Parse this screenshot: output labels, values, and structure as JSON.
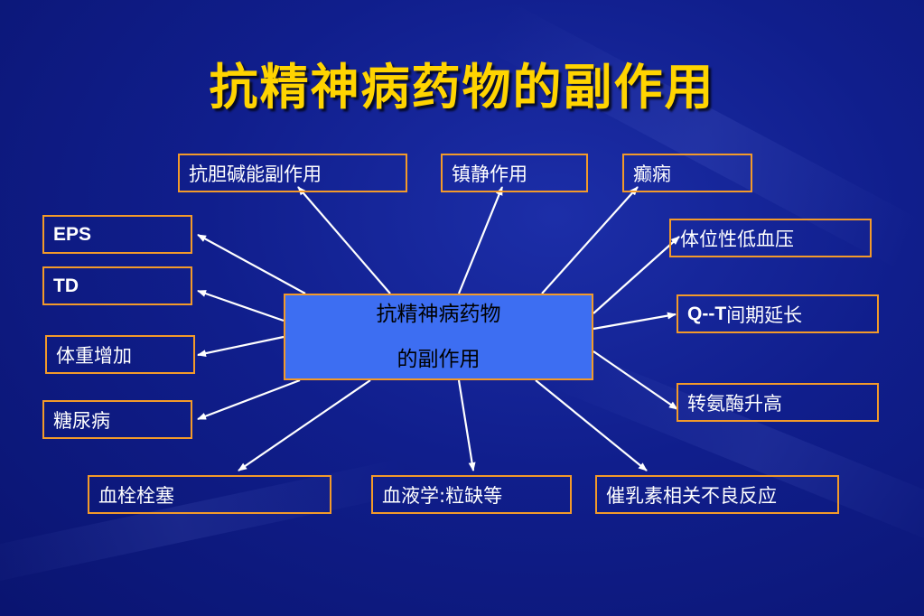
{
  "title": "抗精神病药物的副作用",
  "center": {
    "line1": "抗精神病药物",
    "line2": "的副作用"
  },
  "effects": {
    "anticholinergic": "抗胆碱能副作用",
    "sedation": "镇静作用",
    "seizure": "癫痫",
    "eps": "EPS",
    "td": "TD",
    "weight_gain": "体重增加",
    "diabetes": "糖尿病",
    "orthostatic_hypotension": "体位性低血压",
    "qt_prefix": "Q--T",
    "qt_suffix": "间期延长",
    "transaminase": "转氨酶升高",
    "thrombosis": "血栓栓塞",
    "hematologic": "血液学:粒缺等",
    "prolactin": "催乳素相关不良反应"
  },
  "colors": {
    "background": "#101e8c",
    "title": "#ffd400",
    "border": "#f39a2a",
    "center_fill": "#3d6ef2",
    "arrow": "#ffffff"
  }
}
